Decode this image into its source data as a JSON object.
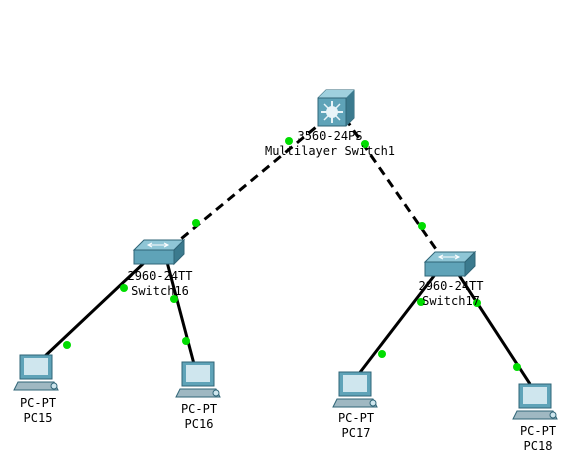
{
  "devices": [
    {
      "id": "mls1",
      "kind": "multilayer-switch",
      "model": "3560-24PS",
      "name": "Multilayer Switch1"
    },
    {
      "id": "sw16",
      "kind": "switch",
      "model": "2960-24TT",
      "name": "Switch16"
    },
    {
      "id": "sw17",
      "kind": "switch",
      "model": "2960-24TT",
      "name": "Switch17"
    },
    {
      "id": "pc15",
      "kind": "pc",
      "model": "PC-PT",
      "name": "PC15"
    },
    {
      "id": "pc16",
      "kind": "pc",
      "model": "PC-PT",
      "name": "PC16"
    },
    {
      "id": "pc17",
      "kind": "pc",
      "model": "PC-PT",
      "name": "PC17"
    },
    {
      "id": "pc18",
      "kind": "pc",
      "model": "PC-PT",
      "name": "PC18"
    }
  ],
  "links": [
    {
      "from": "mls1",
      "to": "sw16",
      "cable": "crossover",
      "status": "up"
    },
    {
      "from": "mls1",
      "to": "sw17",
      "cable": "crossover",
      "status": "up"
    },
    {
      "from": "sw16",
      "to": "pc15",
      "cable": "straight",
      "status": "up"
    },
    {
      "from": "sw16",
      "to": "pc16",
      "cable": "straight",
      "status": "up"
    },
    {
      "from": "sw17",
      "to": "pc17",
      "cable": "straight",
      "status": "up"
    },
    {
      "from": "sw17",
      "to": "pc18",
      "cable": "straight",
      "status": "up"
    }
  ],
  "colors": {
    "link_up": "#00dd00",
    "cable": "#000000",
    "device_body": "#5fa3b8",
    "device_dark": "#3b7a8e",
    "screen": "#cfe6ee"
  }
}
